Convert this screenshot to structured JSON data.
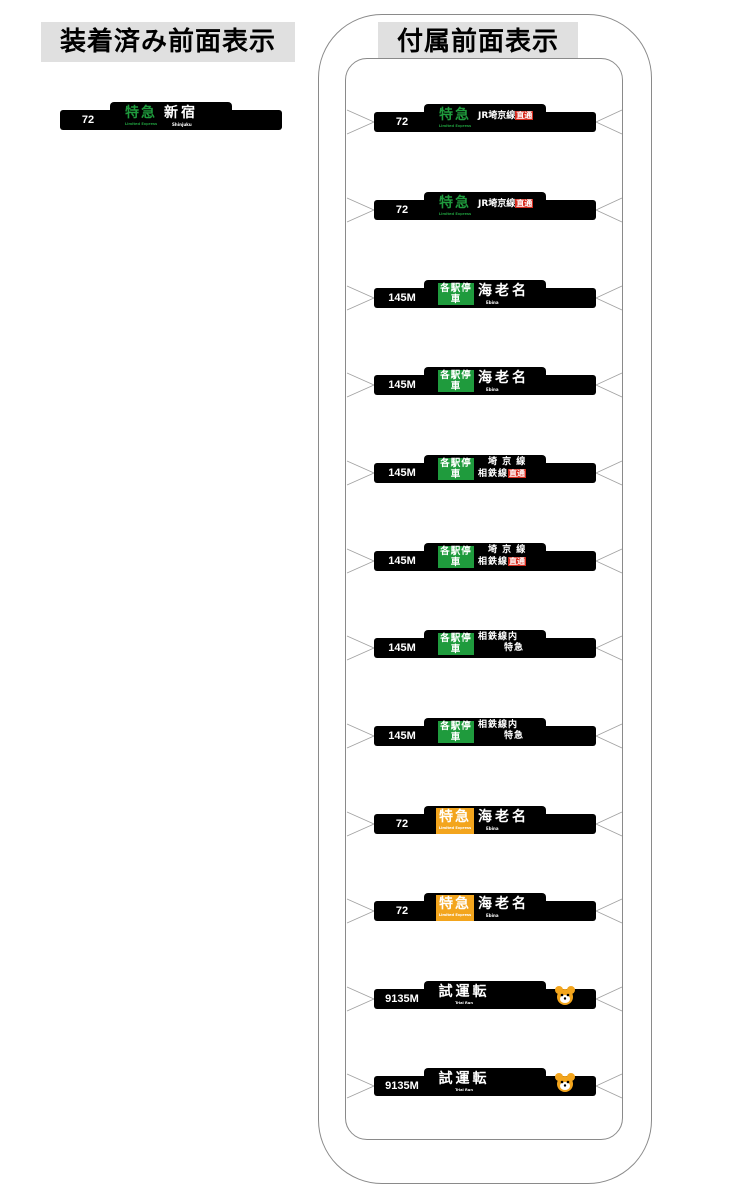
{
  "headings": {
    "installed": "装着済み前面表示",
    "included": "付属前面表示"
  },
  "installed_sign": {
    "number": "72",
    "type": "特急",
    "type_sub": "Limited Express",
    "dest": "新宿",
    "dest_sub": "Shinjuku",
    "type_color": "#1f9b3d"
  },
  "signs": [
    {
      "number": "72",
      "type": "特急",
      "type_sub": "Limited Express",
      "style": "green-text",
      "dest_kind": "mixed",
      "dest": "JR埼京線",
      "dest_tag": "直通"
    },
    {
      "number": "72",
      "type": "特急",
      "type_sub": "Limited Express",
      "style": "green-text",
      "dest_kind": "mixed",
      "dest": "JR埼京線",
      "dest_tag": "直通"
    },
    {
      "number": "145M",
      "type": "各駅停車",
      "style": "green-box",
      "dest_kind": "main",
      "dest": "海老名",
      "dest_sub": "Ebina"
    },
    {
      "number": "145M",
      "type": "各駅停車",
      "style": "green-box",
      "dest_kind": "main",
      "dest": "海老名",
      "dest_sub": "Ebina"
    },
    {
      "number": "145M",
      "type": "各駅停車",
      "style": "green-box",
      "dest_kind": "two",
      "line1": "埼 京 線",
      "line2": "相鉄線",
      "dest_tag": "直通"
    },
    {
      "number": "145M",
      "type": "各駅停車",
      "style": "green-box",
      "dest_kind": "two",
      "line1": "埼 京 線",
      "line2": "相鉄線",
      "dest_tag": "直通"
    },
    {
      "number": "145M",
      "type": "各駅停車",
      "style": "green-box",
      "dest_kind": "inline",
      "line1": "相鉄線内",
      "line2": "特急"
    },
    {
      "number": "145M",
      "type": "各駅停車",
      "style": "green-box",
      "dest_kind": "inline",
      "line1": "相鉄線内",
      "line2": "特急"
    },
    {
      "number": "72",
      "type": "特急",
      "type_sub": "Limited Express",
      "style": "orange",
      "dest_kind": "main",
      "dest": "海老名",
      "dest_sub": "Ebina"
    },
    {
      "number": "72",
      "type": "特急",
      "type_sub": "Limited Express",
      "style": "orange",
      "dest_kind": "main",
      "dest": "海老名",
      "dest_sub": "Ebina"
    },
    {
      "number": "9135M",
      "type": "試運転",
      "type_sub": "Trial Run",
      "style": "white-text",
      "dest_kind": "mascot"
    },
    {
      "number": "9135M",
      "type": "試運転",
      "type_sub": "Trial Run",
      "style": "white-text",
      "dest_kind": "mascot"
    }
  ],
  "colors": {
    "local_green": "#1f9b3d",
    "express_orange": "#f3a51d",
    "through_red": "#d52b1e",
    "sign_black": "#000000",
    "frame_gray": "#8a8a8a"
  }
}
